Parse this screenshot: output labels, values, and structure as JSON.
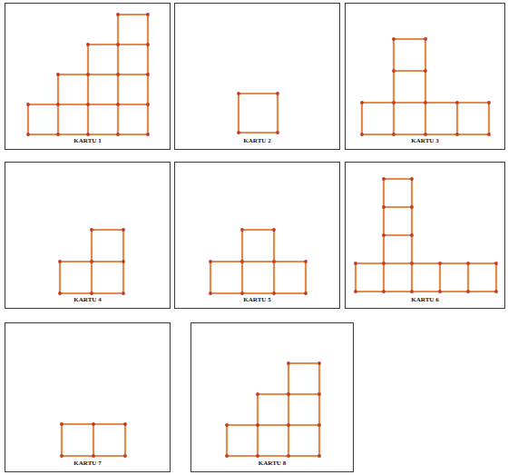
{
  "diagram": {
    "nodes": [
      {
        "text": [
          "KARTU 1"
        ]
      },
      {
        "text": [
          "KARTU 2"
        ]
      },
      {
        "text": [
          "KARTU 3"
        ]
      },
      {
        "text": [
          "KARTU 4"
        ]
      },
      {
        "text": [
          "KARTU 5"
        ]
      },
      {
        "text": [
          "KARTU 6"
        ]
      },
      {
        "text": [
          "KARTU 7"
        ]
      },
      {
        "text": [
          "KARTU 8"
        ]
      }
    ]
  }
}
